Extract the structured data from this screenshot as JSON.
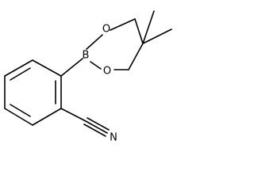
{
  "molecule": {
    "atoms": {
      "boron": "B",
      "oxygen_upper": "O",
      "oxygen_lower": "O",
      "nitrogen": "N"
    },
    "colors": {
      "bond": "#000000",
      "label": "#000000",
      "background": "#ffffff"
    }
  }
}
